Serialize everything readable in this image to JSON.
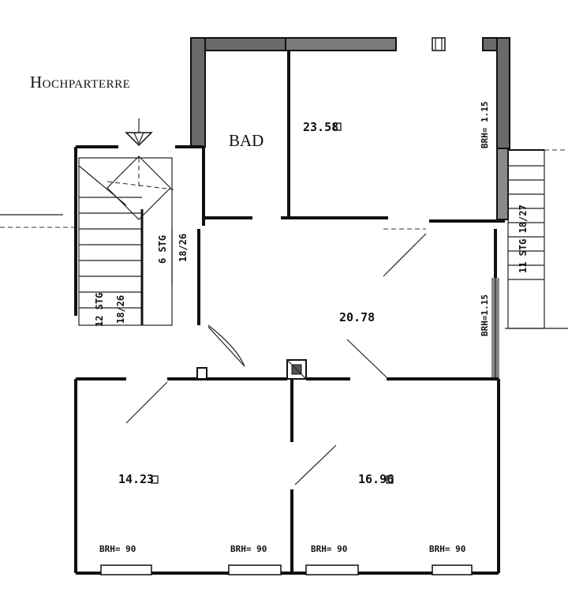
{
  "plan": {
    "title": "Hochparterre",
    "rooms": {
      "bad": "BAD",
      "room1_area": "23.58",
      "hall_area": "20.78",
      "room3_area": "14.23",
      "room4_area": "16.96"
    },
    "stairs": {
      "left_a": "12 STG",
      "left_b": "18/26",
      "middle_a": "6 STG",
      "middle_b": "18/26",
      "right": "11 STG 18/27"
    },
    "sill_heights": {
      "east_top": "BRH= 1.15",
      "east_bottom": "BRH=1.15",
      "south_1": "BRH= 90",
      "south_2": "BRH= 90",
      "south_3": "BRH= 90",
      "south_4": "BRH= 90"
    }
  }
}
